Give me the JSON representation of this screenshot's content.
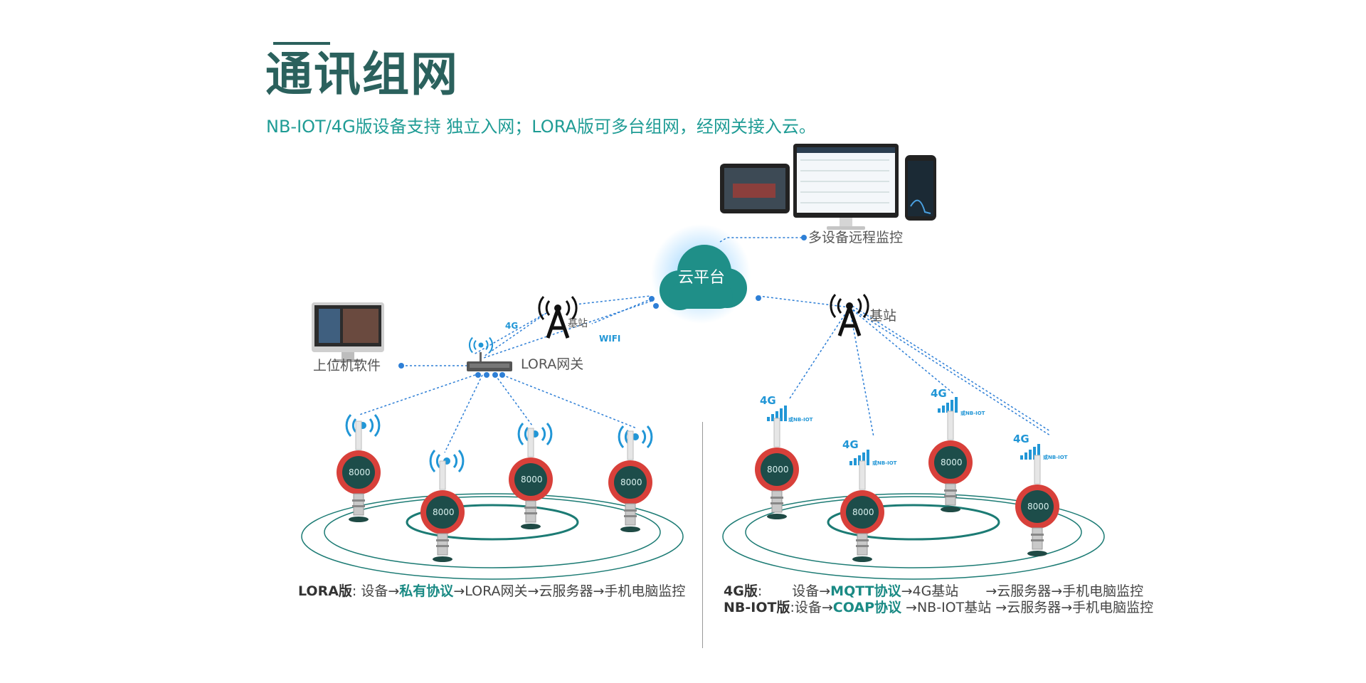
{
  "header": {
    "title": "通讯组网",
    "subtitle": "NB-IOT/4G版设备支持 独立入网；LORA版可多台组网，经网关接入云。"
  },
  "labels": {
    "remote_monitor": "多设备远程监控",
    "cloud": "云平台",
    "base_station_left": "基站",
    "base_station_right": "基站",
    "host_software": "上位机软件",
    "lora_gateway": "LORA网关",
    "link_4g": "4G",
    "link_wifi": "WIFI",
    "device_display": "8000",
    "signal_4g": "4G",
    "signal_nb": "或NB-IOT"
  },
  "flows": {
    "lora": {
      "name": "LORA版",
      "sep": ":",
      "a": "设备→",
      "protocol": "私有协议",
      "b": "→LORA网关→云服务器→手机电脑监控"
    },
    "fourg": {
      "name": "4G版",
      "sep": ":",
      "a": "设备→",
      "protocol": "MQTT协议",
      "b": "→4G基站",
      "c": "→云服务器→手机电脑监控"
    },
    "nbiot": {
      "name": "NB-IOT版",
      "sep": ":",
      "a": "设备→",
      "protocol": "COAP协议",
      "b": "→NB-IOT基站",
      "c": "→云服务器→手机电脑监控"
    }
  },
  "colors": {
    "brand": "#2b615d",
    "teal": "#1f9c95",
    "link_blue": "#2196d6",
    "device_red": "#d8403a"
  }
}
